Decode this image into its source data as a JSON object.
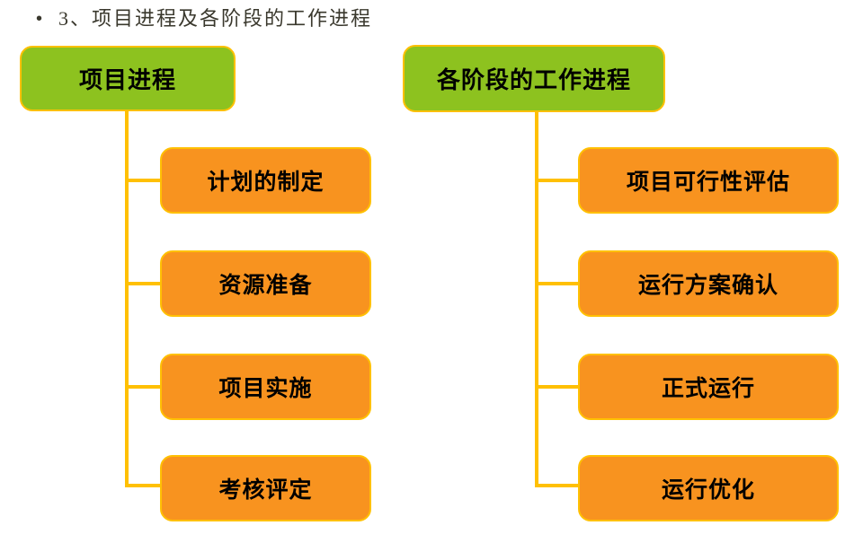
{
  "header": {
    "bullet": "•",
    "title": "3、项目进程及各阶段的工作进程"
  },
  "colors": {
    "background": "#FFFFFF",
    "root_fill": "#8DC21F",
    "node_fill": "#F8931F",
    "border_and_connectors": "#FFC003",
    "node_text": "#000000",
    "title_text": "#3A382D"
  },
  "trees": [
    {
      "root": {
        "label": "项目进程"
      },
      "children": [
        {
          "label": "计划的制定"
        },
        {
          "label": "资源准备"
        },
        {
          "label": "项目实施"
        },
        {
          "label": "考核评定"
        }
      ]
    },
    {
      "root": {
        "label": "各阶段的工作进程"
      },
      "children": [
        {
          "label": "项目可行性评估"
        },
        {
          "label": "运行方案确认"
        },
        {
          "label": "正式运行"
        },
        {
          "label": "运行优化"
        }
      ]
    }
  ]
}
